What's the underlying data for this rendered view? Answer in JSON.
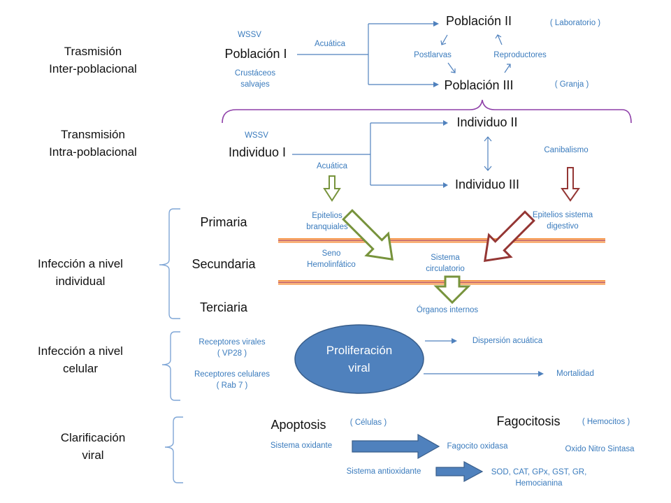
{
  "left_labels": {
    "inter": "Trasmisión\nInter-poblacional",
    "intra": "Transmisión\nIntra-poblacional",
    "individual": "Infección a nivel\nindividual",
    "celular": "Infección a nivel\ncelular",
    "clarificacion": "Clarificación\nviral"
  },
  "inter": {
    "wssv": "WSSV",
    "poblacion1": "Población I",
    "crustaceos": "Crustáceos\nsalvajes",
    "acuatica": "Acuática",
    "poblacion2": "Población II",
    "laboratorio": "( Laboratorio )",
    "postlarvas": "Postlarvas",
    "reproductores": "Reproductores",
    "poblacion3": "Población III",
    "granja": "( Granja )"
  },
  "intra": {
    "wssv": "WSSV",
    "individuo1": "Individuo I",
    "acuatica": "Acuática",
    "individuo2": "Individuo II",
    "individuo3": "Individuo III",
    "canibalismo": "Canibalismo"
  },
  "individual": {
    "primaria": "Primaria",
    "secundaria": "Secundaria",
    "terciaria": "Terciaria",
    "epitelios_branquiales": "Epitelios\nbranquiales",
    "epitelios_digestivo": "Epitelios sistema\ndigestivo",
    "seno": "Seno\nHemolinfático",
    "sistema_circulatorio": "Sistema\ncirculatorio",
    "organos": "Órganos internos"
  },
  "celular": {
    "receptores_virales": "Receptores virales\n( VP28 )",
    "receptores_celulares": "Receptores celulares\n( Rab 7 )",
    "proliferacion": "Proliferación\nviral",
    "dispersion": "Dispersión acuática",
    "mortalidad": "Mortalidad"
  },
  "clarificacion": {
    "apoptosis": "Apoptosis",
    "celulas": "( Células )",
    "fagocitosis": "Fagocitosis",
    "hemocitos": "( Hemocitos )",
    "sistema_oxidante": "Sistema oxidante",
    "fagocito_oxidasa": "Fagocito oxidasa",
    "oxido_nitro": "Oxido Nitro Sintasa",
    "sistema_antioxidante": "Sistema antioxidante",
    "sod": "SOD, CAT, GPx, GST, GR,\nHemocianina"
  },
  "colors": {
    "blue_text": "#3a7bbd",
    "connector": "#4f81bd",
    "bracket": "#7fa6d6",
    "purple": "#8e3fa8",
    "green_arrow": "#77933c",
    "red_arrow": "#943634",
    "ellipse": "#4f81bd",
    "band_orange": "#f79646",
    "band_dark": "#c0504d"
  }
}
